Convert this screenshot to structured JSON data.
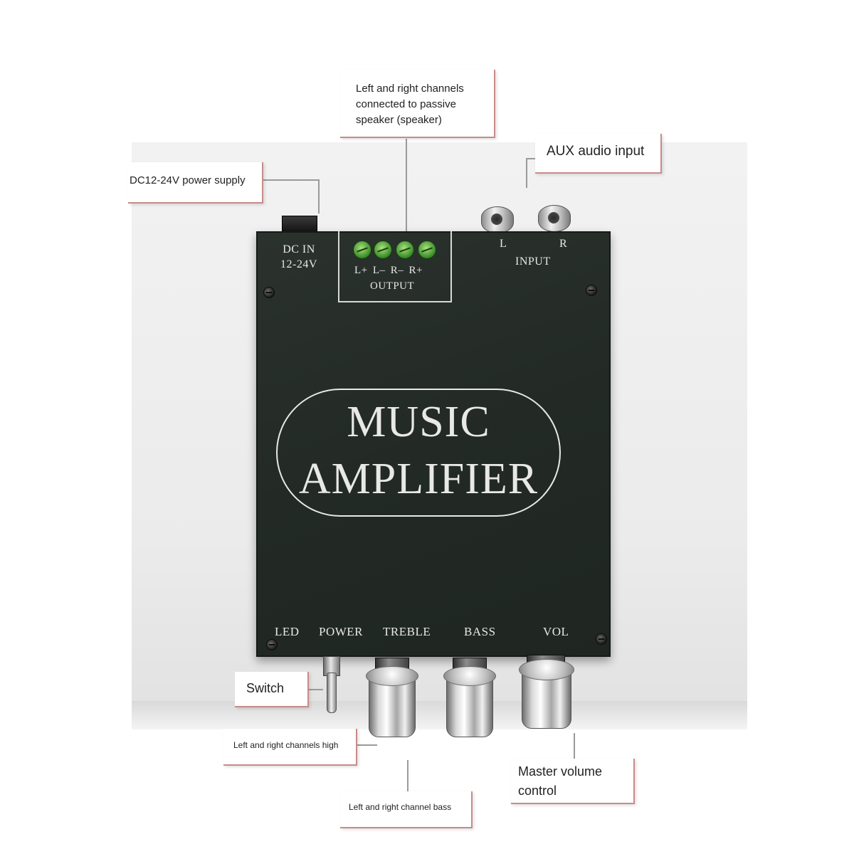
{
  "labels": {
    "speaker_output": [
      "Left and right channels",
      "connected to passive",
      "speaker (speaker)"
    ],
    "aux_input": "AUX audio input",
    "power_supply": "DC12-24V power supply",
    "switch": "Switch",
    "treble": "Left and right channels high",
    "bass": "Left and right channel bass",
    "volume": [
      "Master volume",
      "control"
    ]
  },
  "device": {
    "dc_in": [
      "DC IN",
      "12-24V"
    ],
    "terminal_labels": "L+ L– R– R+",
    "output": "OUTPUT",
    "input_l": "L",
    "input_r": "R",
    "input": "INPUT",
    "title_line1": "MUSIC",
    "title_line2": "AMPLIFIER",
    "controls": [
      "LED",
      "POWER",
      "TREBLE",
      "BASS",
      "VOL"
    ]
  },
  "icons": [
    "screw-icon",
    "terminal-icon",
    "rca-jack-icon",
    "knob-icon",
    "toggle-switch-icon"
  ],
  "colors": {
    "panel": "#232a26",
    "callout_border": "#c98a8a",
    "terminal_green": "#3e8f2c"
  }
}
